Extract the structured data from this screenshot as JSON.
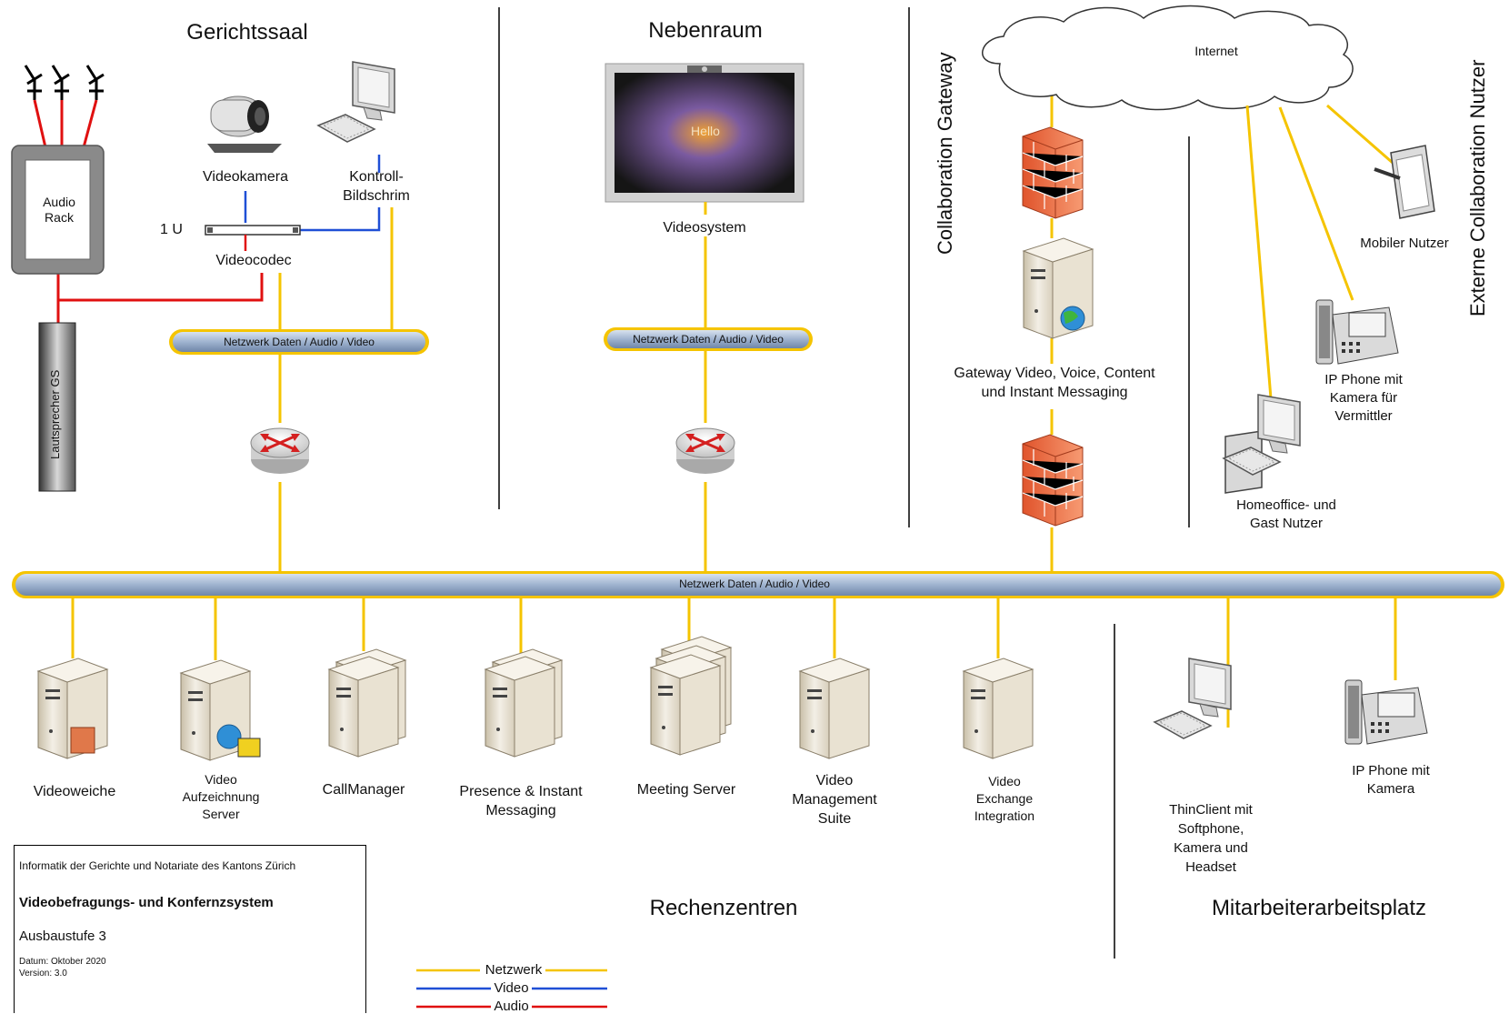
{
  "sections": {
    "gerichtssaal": "Gerichtssaal",
    "nebenraum": "Nebenraum",
    "collaboration_gateway": "Collaboration Gateway",
    "externe": "Externe Collaboration Nutzer",
    "rechenzentren": "Rechenzentren",
    "mitarbeiter": "Mitarbeiterarbeitsplatz"
  },
  "gerichtssaal": {
    "audio_rack": [
      "Audio",
      "Rack"
    ],
    "lautsprecher": "Lautsprecher GS",
    "videokamera": "Videokamera",
    "kontroll": [
      "Kontroll-",
      "Bildschrim"
    ],
    "one_u": "1 U",
    "videocodec": "Videocodec",
    "netzwerk": "Netzwerk Daten / Audio / Video"
  },
  "nebenraum": {
    "screen_text": "Hello",
    "videosystem": "Videosystem",
    "netzwerk": "Netzwerk Daten / Audio / Video"
  },
  "gateway": {
    "label": [
      "Gateway Video, Voice, Content",
      "und Instant Messaging"
    ]
  },
  "externe": {
    "internet": "Internet",
    "mobiler": "Mobiler Nutzer",
    "ip_phone": [
      "IP Phone mit",
      "Kamera für",
      "Vermittler"
    ],
    "homeoffice": [
      "Homeoffice- und",
      "Gast Nutzer"
    ]
  },
  "main_bus": "Netzwerk Daten / Audio / Video",
  "servers": {
    "videoweiche": "Videoweiche",
    "aufzeichnung": [
      "Video",
      "Aufzeichnung",
      "Server"
    ],
    "callmanager": "CallManager",
    "presence": [
      "Presence & Instant",
      "Messaging"
    ],
    "meeting": "Meeting Server",
    "vms": [
      "Video",
      "Management",
      "Suite"
    ],
    "exchange": [
      "Video",
      "Exchange",
      "Integration"
    ]
  },
  "mitarbeiter": {
    "thinclient": [
      "ThinClient mit",
      "Softphone,",
      "Kamera und",
      "Headset"
    ],
    "ip_phone": [
      "IP Phone mit",
      "Kamera"
    ]
  },
  "infobox": {
    "org": "Informatik der Gerichte und Notariate des Kantons Zürich",
    "title": "Videobefragungs- und Konfernzsystem",
    "stage": "Ausbaustufe 3",
    "date": "Datum: Oktober 2020",
    "version": "Version: 3.0"
  },
  "legend": [
    {
      "label": "Netzwerk",
      "color": "#f5c400"
    },
    {
      "label": "Video",
      "color": "#1f4fd6"
    },
    {
      "label": "Audio",
      "color": "#e01010"
    }
  ],
  "colors": {
    "network": "#f5c400",
    "video": "#1f4fd6",
    "audio": "#e01010",
    "bus_fill": "#a9bcd6"
  }
}
